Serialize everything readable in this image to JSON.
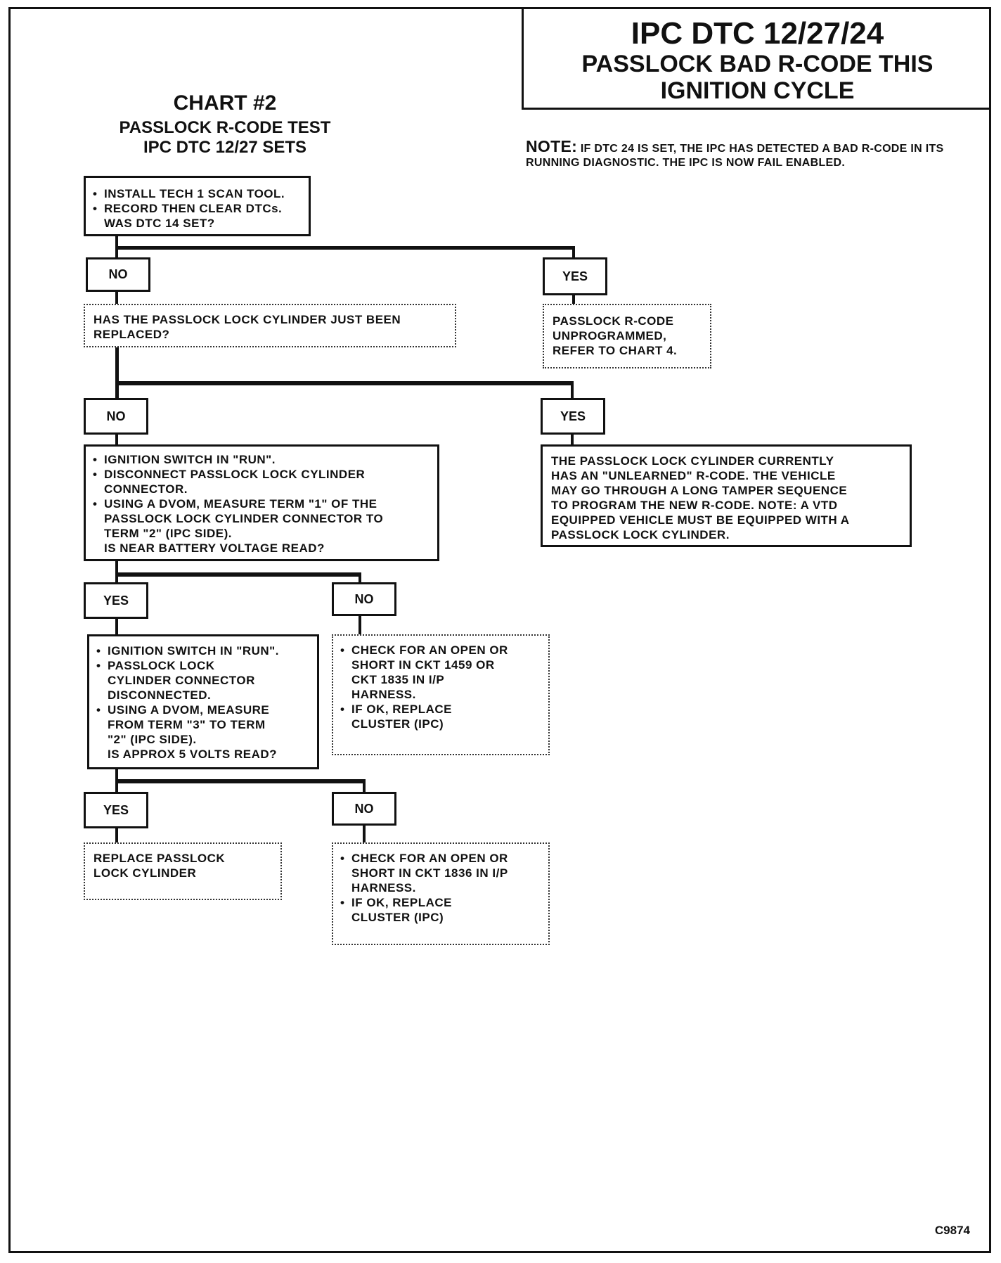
{
  "header": {
    "title_line1": "IPC DTC 12/27/24",
    "title_line2": "PASSLOCK BAD R-CODE THIS",
    "title_line3": "IGNITION CYCLE"
  },
  "chart_heading": {
    "line1": "CHART #2",
    "line2": "PASSLOCK R-CODE TEST",
    "line3": "IPC DTC 12/27 SETS"
  },
  "note": {
    "label": "NOTE:",
    "text": "IF DTC 24 IS SET, THE IPC HAS DETECTED A BAD R-CODE IN ITS RUNNING DIAGNOSTIC. THE IPC IS NOW FAIL ENABLED."
  },
  "step1": {
    "items": [
      "INSTALL TECH 1 SCAN TOOL.",
      "RECORD THEN CLEAR DTCs.\nWAS DTC 14 SET?"
    ]
  },
  "labels": {
    "no": "NO",
    "yes": "YES"
  },
  "step2_yes": {
    "text": "PASSLOCK R-CODE\nUNPROGRAMMED,\nREFER TO CHART 4."
  },
  "step2_no": {
    "text": "HAS THE PASSLOCK LOCK CYLINDER JUST BEEN\nREPLACED?"
  },
  "step3_yes": {
    "text": "THE PASSLOCK LOCK CYLINDER CURRENTLY\nHAS AN \"UNLEARNED\" R-CODE. THE VEHICLE\nMAY GO THROUGH A LONG TAMPER SEQUENCE\nTO PROGRAM THE NEW R-CODE. NOTE: A VTD\nEQUIPPED VEHICLE MUST BE EQUIPPED WITH A\nPASSLOCK LOCK CYLINDER."
  },
  "step3_no": {
    "items": [
      "IGNITION SWITCH IN \"RUN\".",
      "DISCONNECT PASSLOCK LOCK CYLINDER\nCONNECTOR.",
      "USING A DVOM, MEASURE TERM \"1\" OF THE\nPASSLOCK LOCK CYLINDER CONNECTOR TO\nTERM \"2\" (IPC SIDE).\nIS NEAR BATTERY VOLTAGE READ?"
    ]
  },
  "step4_yes": {
    "items": [
      "IGNITION SWITCH IN \"RUN\".",
      "PASSLOCK LOCK\nCYLINDER CONNECTOR\nDISCONNECTED.",
      "USING A DVOM, MEASURE\nFROM TERM \"3\" TO TERM\n\"2\" (IPC SIDE).\nIS APPROX 5 VOLTS READ?"
    ]
  },
  "step4_no": {
    "items": [
      "CHECK FOR AN OPEN OR\nSHORT IN CKT 1459 OR\nCKT 1835 IN I/P\nHARNESS.",
      "IF OK, REPLACE\nCLUSTER (IPC)"
    ]
  },
  "step5_yes": {
    "text": "REPLACE PASSLOCK\nLOCK CYLINDER"
  },
  "step5_no": {
    "items": [
      "CHECK FOR AN OPEN OR\nSHORT IN CKT 1836 IN I/P\nHARNESS.",
      "IF OK, REPLACE\nCLUSTER (IPC)"
    ]
  },
  "figure_code": "C9874"
}
